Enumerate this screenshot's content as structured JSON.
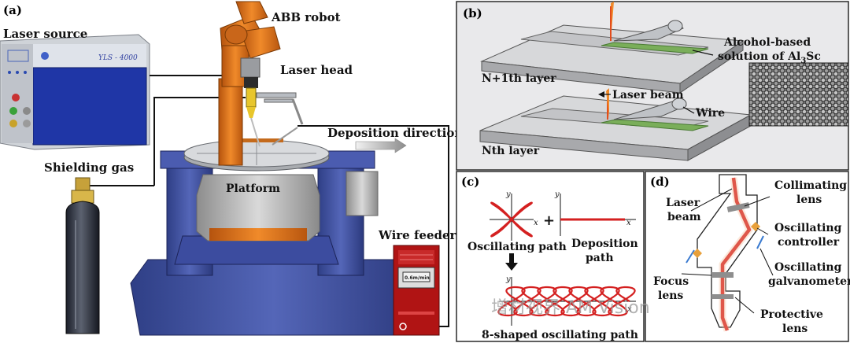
{
  "panel_a": {
    "tag": "(a)",
    "laser_source": "Laser source",
    "laser_model": "YLS - 4000",
    "abb_robot": "ABB robot",
    "laser_head": "Laser head",
    "deposition_direction": "Deposition direction",
    "shielding_gas": "Shielding gas",
    "platform": "Platform",
    "wire_feeder": "Wire feeder",
    "feeder_display": "0.6m/min"
  },
  "panel_b": {
    "tag": "(b)",
    "alcohol_line1": "Alcohol-based",
    "alcohol_line2_prefix": "solution of Al",
    "alcohol_sub": "3",
    "alcohol_suffix": "Sc",
    "n1_layer": "N+1th layer",
    "laser_beam": "Laser beam",
    "wire": "Wire",
    "n_layer": "Nth layer"
  },
  "panel_c": {
    "tag": "(c)",
    "axis_y": "y",
    "axis_x": "x",
    "plus": "+",
    "oscillating_path": "Oscillating path",
    "deposition_path_1": "Deposition",
    "deposition_path_2": "path",
    "result": "8-shaped oscillating path"
  },
  "panel_d": {
    "tag": "(d)",
    "laser_beam_1": "Laser",
    "laser_beam_2": "beam",
    "collimating_1": "Collimating",
    "collimating_2": "lens",
    "osc_controller_1": "Oscillating",
    "osc_controller_2": "controller",
    "osc_galvo_1": "Oscillating",
    "osc_galvo_2": "galvanometer",
    "focus_1": "Focus",
    "focus_2": "lens",
    "protective_1": "Protective",
    "protective_2": "lens"
  },
  "watermark": "增材视界 AM Vision",
  "colors": {
    "robot_orange": "#e0781c",
    "base_blue": "#3c4f9c",
    "laser_red": "#d42020",
    "panel_bg": "#e9e9eb",
    "deposit_green": "#7aae5a"
  }
}
